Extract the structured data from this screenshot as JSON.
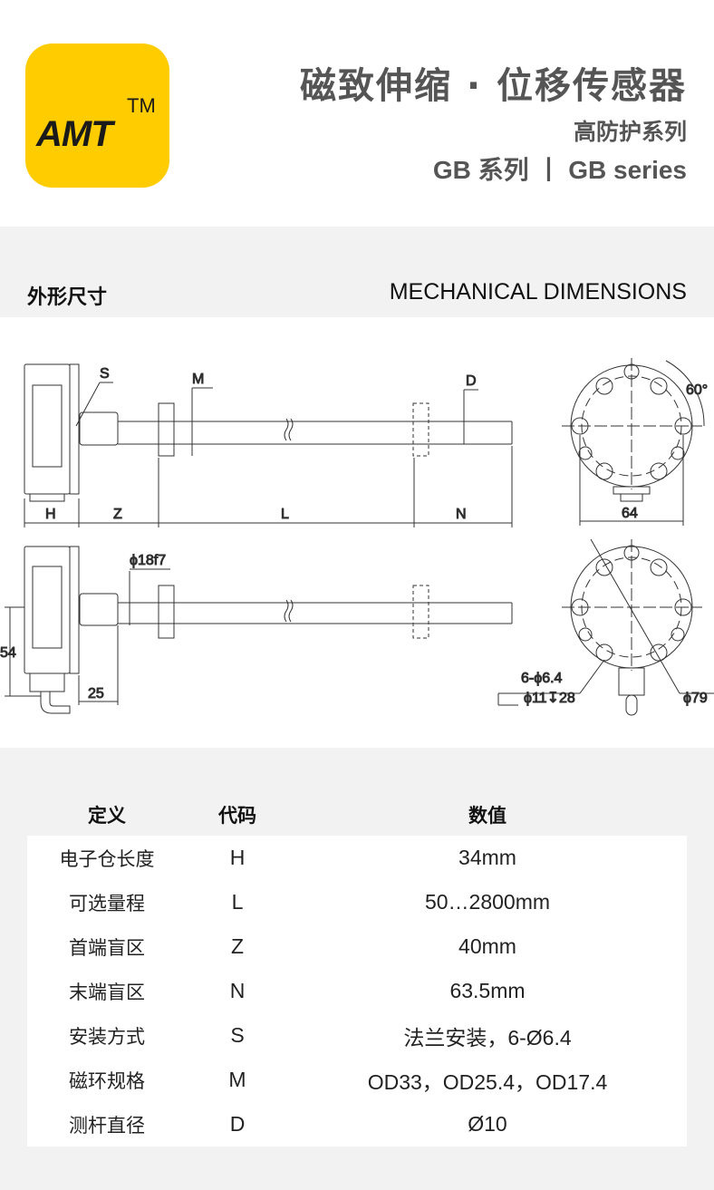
{
  "brand": {
    "logo_text": "AMT",
    "trademark": "TM",
    "accent": "#ffcc00"
  },
  "header": {
    "title": "磁致伸缩 · 位移传感器",
    "subtitle": "高防护系列",
    "series": "GB 系列 丨 GB series"
  },
  "section": {
    "title_cn": "外形尺寸",
    "title_en": "MECHANICAL DIMENSIONS"
  },
  "drawing": {
    "labels": {
      "S": "S",
      "M": "M",
      "D": "D",
      "H": "H",
      "Z": "Z",
      "L": "L",
      "N": "N",
      "angle": "60°",
      "width": "64",
      "rod_dia": "ϕ18f7",
      "height": "54",
      "offset": "25",
      "holes": "6-ϕ6.4",
      "counterbore": "ϕ11↧28",
      "flange_dia": "ϕ79"
    }
  },
  "table": {
    "headers": [
      "定义",
      "代码",
      "数值"
    ],
    "rows": [
      {
        "name": "电子仓长度",
        "code": "H",
        "value": "34mm"
      },
      {
        "name": "可选量程",
        "code": "L",
        "value": "50…2800mm"
      },
      {
        "name": "首端盲区",
        "code": "Z",
        "value": "40mm"
      },
      {
        "name": "末端盲区",
        "code": "N",
        "value": "63.5mm"
      },
      {
        "name": "安装方式",
        "code": "S",
        "value": "法兰安装，6-Ø6.4"
      },
      {
        "name": "磁环规格",
        "code": "M",
        "value": "OD33，OD25.4，OD17.4"
      },
      {
        "name": "测杆直径",
        "code": "D",
        "value": "Ø10"
      }
    ]
  }
}
